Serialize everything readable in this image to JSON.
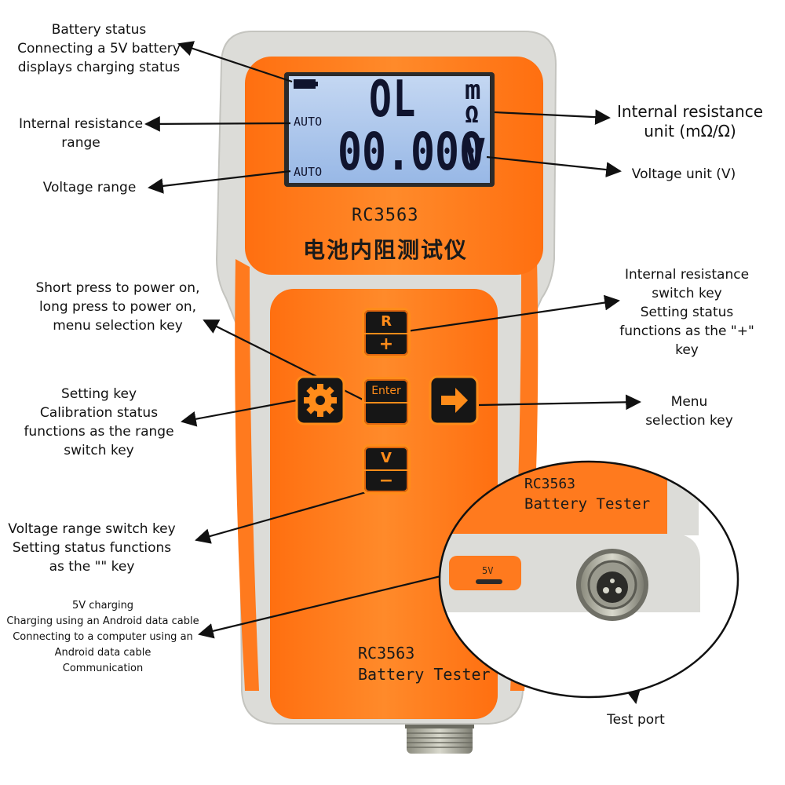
{
  "annotations": {
    "battery_status": [
      "Battery status",
      "Connecting a 5V battery",
      "displays charging status"
    ],
    "ir_range": [
      "Internal resistance",
      "range"
    ],
    "voltage_range": [
      "Voltage range"
    ],
    "power_key": [
      "Short press to power on,",
      "long press to power on,",
      "menu selection key"
    ],
    "setting_key": [
      "Setting key",
      "Calibration status",
      "functions as the range",
      "switch key"
    ],
    "voltage_key": [
      "Voltage range switch key",
      "Setting status functions",
      "as the \"\" key"
    ],
    "charging": [
      "5V charging",
      "Charging using an Android data cable",
      "Connecting to a computer using an",
      "Android data cable",
      "Communication"
    ],
    "ir_unit": [
      "Internal resistance",
      "unit (mΩ/Ω)"
    ],
    "voltage_unit": [
      "Voltage unit (V)"
    ],
    "ir_switch_key": [
      "Internal resistance",
      "switch key",
      "Setting status",
      "functions as the \"+\"",
      "key"
    ],
    "menu_key": [
      "Menu",
      "selection key"
    ],
    "test_port": [
      "Test port"
    ]
  },
  "lcd": {
    "resistance": "OL",
    "voltage": "00.000",
    "auto1": "AUTO",
    "auto2": "AUTO",
    "unit_m": "m",
    "unit_ohm": "Ω",
    "unit_v": "V"
  },
  "device": {
    "model": "RC3563",
    "chinese_title": "电池内阻测试仪",
    "bottom_model": "RC3563",
    "bottom_name": "Battery Tester",
    "inset_model": "RC3563",
    "inset_name": "Battery Tester",
    "port_label": "5V"
  },
  "keys": {
    "r_top": "R",
    "r_bottom": "+",
    "enter_label": "Enter",
    "v_top": "V",
    "v_bottom": "−"
  },
  "colors": {
    "shell_gray": "#dcdcd8",
    "body_orange": "#ff7a1e",
    "lcd_blue": "#a8c4ea",
    "key_black": "#161616"
  }
}
